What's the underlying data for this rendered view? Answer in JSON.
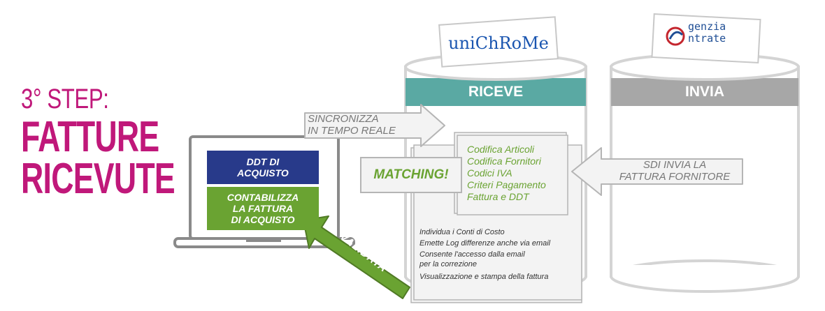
{
  "title": {
    "step": "3° STEP:",
    "line1": "FATTURE",
    "line2": "RICEVUTE"
  },
  "laptop": {
    "ddt_box": "DDT DI\nACQUISTO",
    "contabilizza_box": "CONTABILIZZA\nLA FATTURA\nDI ACQUISTO"
  },
  "logos": {
    "unichrome": "uniChRoMe",
    "agenzia_line1": "genzia",
    "agenzia_line2": "ntrate"
  },
  "columns": {
    "riceve": "RICEVE",
    "invia": "INVIA"
  },
  "arrows": {
    "sincronizza": "SINCRONIZZA\nIN TEMPO REALE",
    "sdi": "SDI INVIA LA\nFATTURA FORNITORE",
    "validata": "VALIDATA"
  },
  "matching": {
    "label": "MATCHING!",
    "items": [
      "Codifica Articoli",
      "Codifica Fornitori",
      "Codici IVA",
      "Criteri Pagamento",
      "Fattura e DDT"
    ]
  },
  "features": [
    "Individua i Conti di Costo",
    "Emette Log differenze anche via email",
    "Consente l'accesso dalla email\n                 per la correzione",
    "Visualizzazione e stampa della fattura"
  ],
  "colors": {
    "magenta": "#c0187a",
    "teal": "#5aa9a3",
    "gray_band": "#a7a7a7",
    "navy": "#283a8a",
    "green": "#6aa332"
  }
}
